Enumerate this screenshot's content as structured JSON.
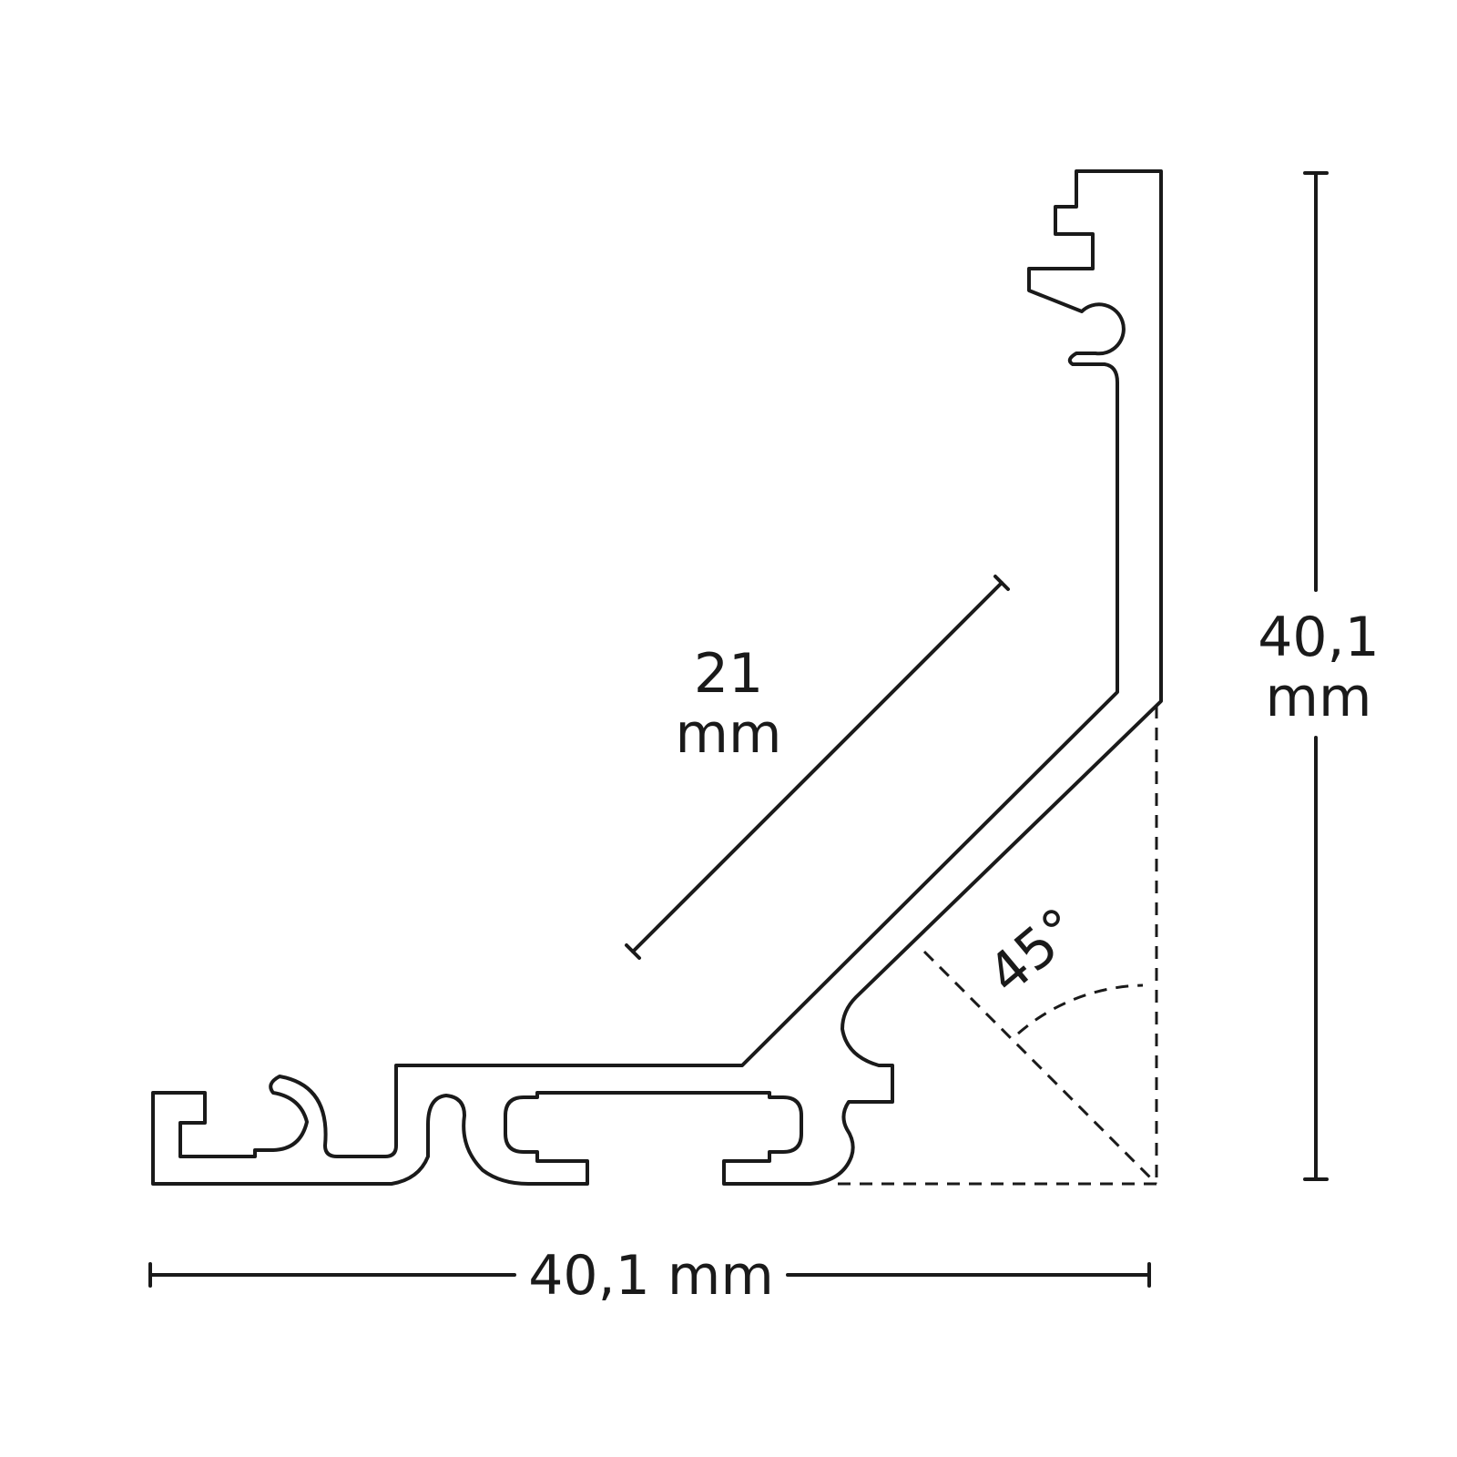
{
  "dimensions": {
    "angle_label": "45°",
    "diagonal_value": "21",
    "diagonal_unit": "mm",
    "height_value": "40,1",
    "height_unit": "mm",
    "width_label": "40,1 mm"
  },
  "colors": {
    "line": "#1a1a1a",
    "background": "#ffffff"
  }
}
